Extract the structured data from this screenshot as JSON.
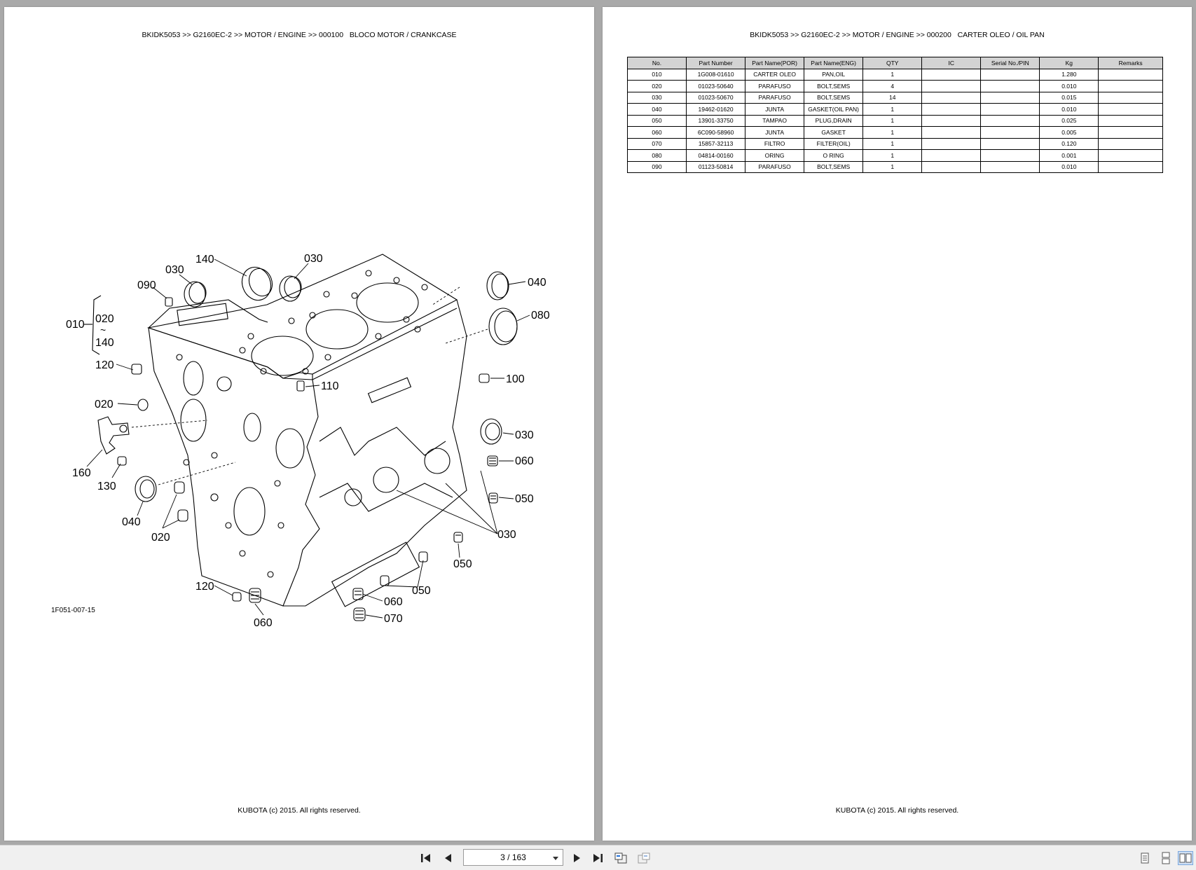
{
  "left_page": {
    "header": "BKIDK5053 >> G2160EC-2 >> MOTOR / ENGINE >> 000100   BLOCO MOTOR / CRANKCASE",
    "figure_code": "1F051-007-15",
    "footer": "KUBOTA (c) 2015. All rights reserved.",
    "callouts": {
      "c140": "140",
      "c030a": "030",
      "c030b": "030",
      "c090": "090",
      "c010": "010",
      "c020a": "020",
      "c140b": "140",
      "c120a": "120",
      "c020b": "020",
      "c160": "160",
      "c130": "130",
      "c040a": "040",
      "c020c": "020",
      "c120b": "120",
      "c060a": "060",
      "c060b": "060",
      "c070": "070",
      "c050a": "050",
      "c050b": "050",
      "c030c": "030",
      "c050c": "050",
      "c060c": "060",
      "c030d": "030",
      "c100": "100",
      "c080": "080",
      "c040b": "040",
      "c110": "110"
    }
  },
  "right_page": {
    "header": "BKIDK5053 >> G2160EC-2 >> MOTOR / ENGINE >> 000200   CARTER OLEO / OIL PAN",
    "footer": "KUBOTA (c) 2015. All rights reserved.",
    "table": {
      "headers": [
        "No.",
        "Part Number",
        "Part Name(POR)",
        "Part Name(ENG)",
        "QTY",
        "IC",
        "Serial No./PIN",
        "Kg",
        "Remarks"
      ],
      "rows": [
        [
          "010",
          "1G008-01610",
          "CARTER OLEO",
          "PAN,OIL",
          "1",
          "",
          "",
          "1.280",
          ""
        ],
        [
          "020",
          "01023-50640",
          "PARAFUSO",
          "BOLT,SEMS",
          "4",
          "",
          "",
          "0.010",
          ""
        ],
        [
          "030",
          "01023-50670",
          "PARAFUSO",
          "BOLT,SEMS",
          "14",
          "",
          "",
          "0.015",
          ""
        ],
        [
          "040",
          "19462-01620",
          "JUNTA",
          "GASKET(OIL PAN)",
          "1",
          "",
          "",
          "0.010",
          ""
        ],
        [
          "050",
          "13901-33750",
          "TAMPAO",
          "PLUG,DRAIN",
          "1",
          "",
          "",
          "0.025",
          ""
        ],
        [
          "060",
          "6C090-58960",
          "JUNTA",
          "GASKET",
          "1",
          "",
          "",
          "0.005",
          ""
        ],
        [
          "070",
          "15857-32113",
          "FILTRO",
          "FILTER(OIL)",
          "1",
          "",
          "",
          "0.120",
          ""
        ],
        [
          "080",
          "04814-00160",
          "ORING",
          "O RING",
          "1",
          "",
          "",
          "0.001",
          ""
        ],
        [
          "090",
          "01123-50814",
          "PARAFUSO",
          "BOLT,SEMS",
          "1",
          "",
          "",
          "0.010",
          ""
        ]
      ]
    }
  },
  "toolbar": {
    "page_indicator": "3 / 163",
    "icons": [
      "first-page-icon",
      "previous-page-icon",
      "next-page-icon",
      "last-page-icon",
      "back-view-icon",
      "forward-view-icon",
      "single-page-view-icon",
      "continuous-view-icon",
      "two-page-view-icon"
    ]
  }
}
